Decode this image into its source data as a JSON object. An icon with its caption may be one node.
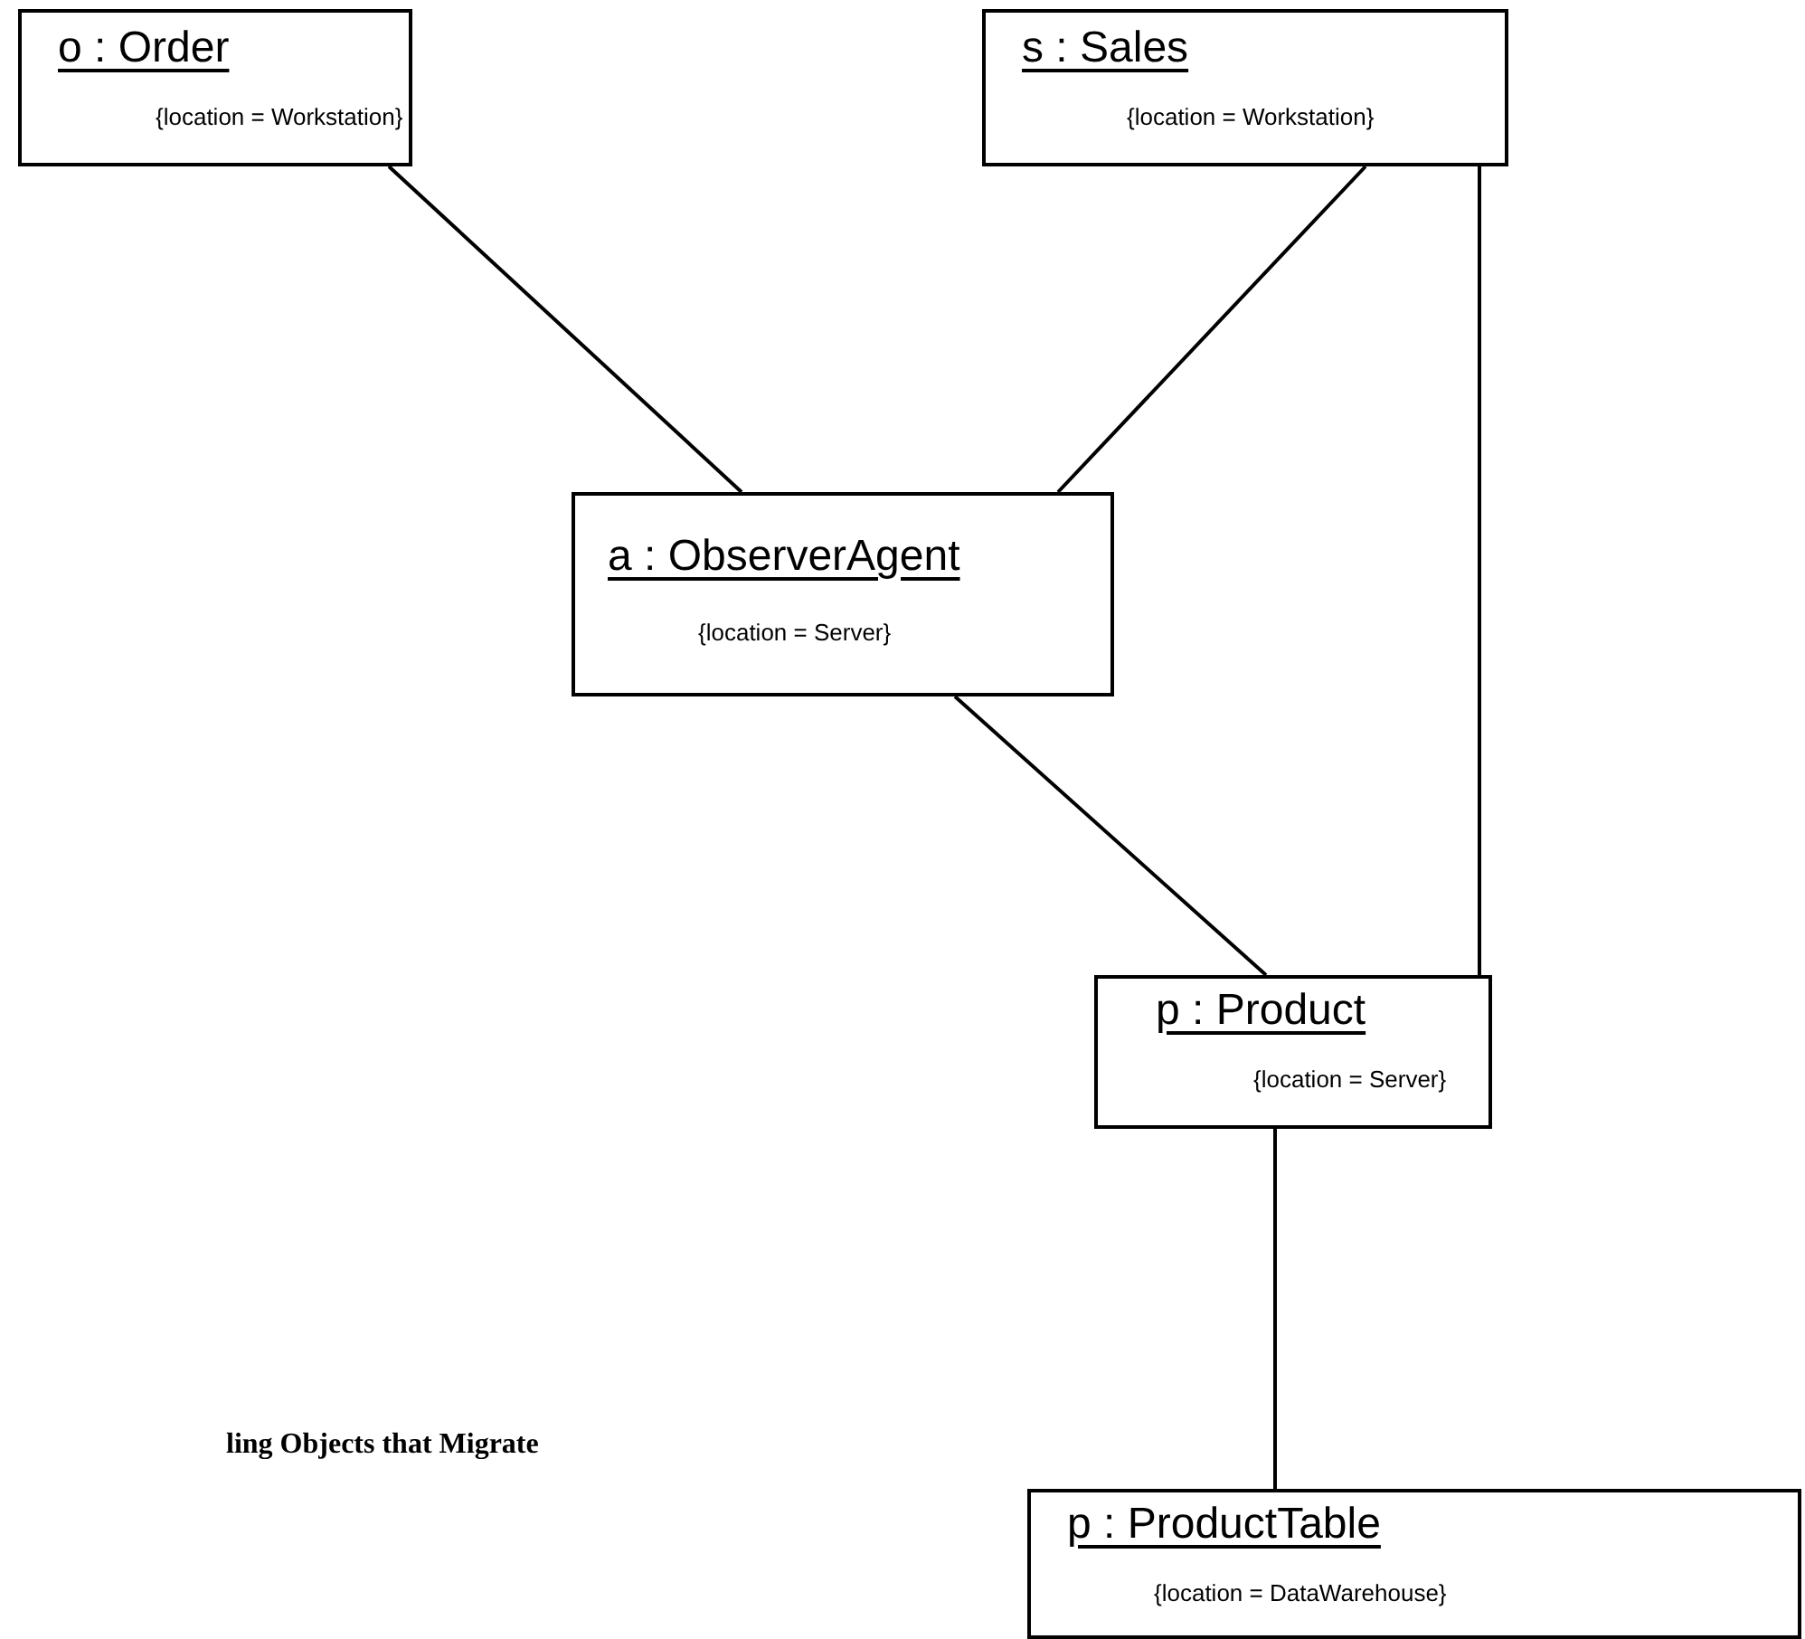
{
  "diagram": {
    "nodes": [
      {
        "text": [
          "o : Order",
          "{location = Workstation}"
        ]
      },
      {
        "text": [
          "s : Sales",
          "{location = Workstation}"
        ]
      },
      {
        "text": [
          "a : ObserverAgent",
          "{location = Server}"
        ]
      },
      {
        "text": [
          "p : Product",
          "{location = Server}"
        ]
      },
      {
        "text": [
          "p : ProductTable",
          "{location = DataWarehouse}"
        ]
      }
    ],
    "edges": [
      {
        "from": 0,
        "to": 2,
        "arrow": "none"
      },
      {
        "from": 1,
        "to": 2,
        "arrow": "none"
      },
      {
        "from": 1,
        "to": 3,
        "arrow": "none"
      },
      {
        "from": 2,
        "to": 3,
        "arrow": "none"
      },
      {
        "from": 3,
        "to": 4,
        "arrow": "none"
      }
    ],
    "labels": [
      "ling Objects that Migrate"
    ]
  }
}
